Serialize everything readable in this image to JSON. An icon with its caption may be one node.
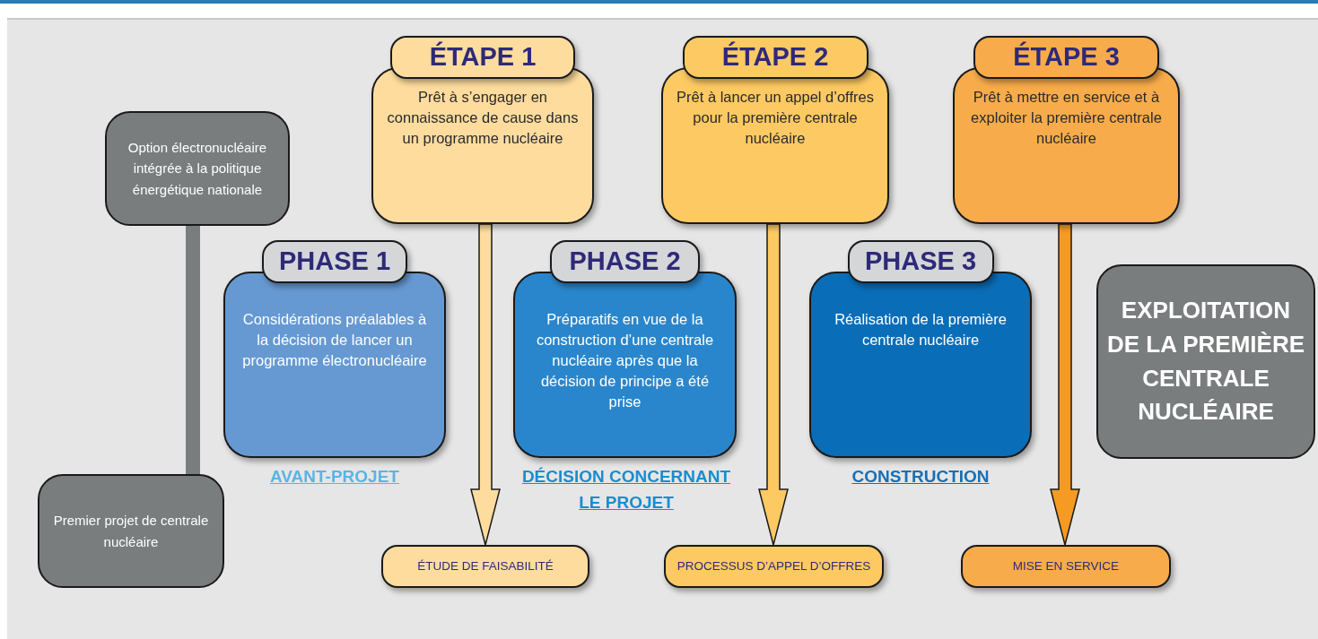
{
  "diagram": {
    "nodes": [
      {
        "text": [
          "Option électronucléaire intégrée à la politique énergétique nationale"
        ]
      },
      {
        "text": [
          "Premier projet de centrale nucléaire"
        ]
      },
      {
        "text": [
          "ÉTAPE 1",
          "Prêt à s’engager en connaissance de cause dans un programme nucléaire"
        ]
      },
      {
        "text": [
          "ÉTAPE 2",
          "Prêt à lancer un appel d’offres pour la première centrale nucléaire"
        ]
      },
      {
        "text": [
          "ÉTAPE 3",
          "Prêt à mettre en service et à exploiter la première centrale nucléaire"
        ]
      },
      {
        "text": [
          "PHASE 1",
          "Considérations préalables à la décision de lancer un programme électronucléaire"
        ],
        "beside": [
          "AVANT-PROJET"
        ]
      },
      {
        "text": [
          "PHASE 2",
          "Préparatifs en vue de la construction d’une centrale nucléaire après que la décision de principe a été prise"
        ],
        "beside": [
          "DÉCISION CONCERNANT LE PROJET"
        ]
      },
      {
        "text": [
          "PHASE 3",
          "Réalisation de la première centrale nucléaire"
        ],
        "beside": [
          "CONSTRUCTION"
        ]
      },
      {
        "text": [
          "EXPLOITATION DE LA PREMIÈRE CENTRALE NUCLÉAIRE"
        ]
      },
      {
        "text": [
          "ÉTUDE DE FAISABILITÉ"
        ]
      },
      {
        "text": [
          "PROCESSUS D’APPEL D’OFFRES"
        ]
      },
      {
        "text": [
          "MISE EN SERVICE"
        ]
      }
    ],
    "edges": [
      {
        "from": 0,
        "to": 1,
        "arrow": "none",
        "color": "#7a7d7e"
      },
      {
        "from": 2,
        "to": 9,
        "arrow": "to",
        "color": "#fddc9e"
      },
      {
        "from": 3,
        "to": 10,
        "arrow": "to",
        "color": "#fcc963"
      },
      {
        "from": 4,
        "to": 11,
        "arrow": "to",
        "color": "#f59a22"
      }
    ]
  }
}
